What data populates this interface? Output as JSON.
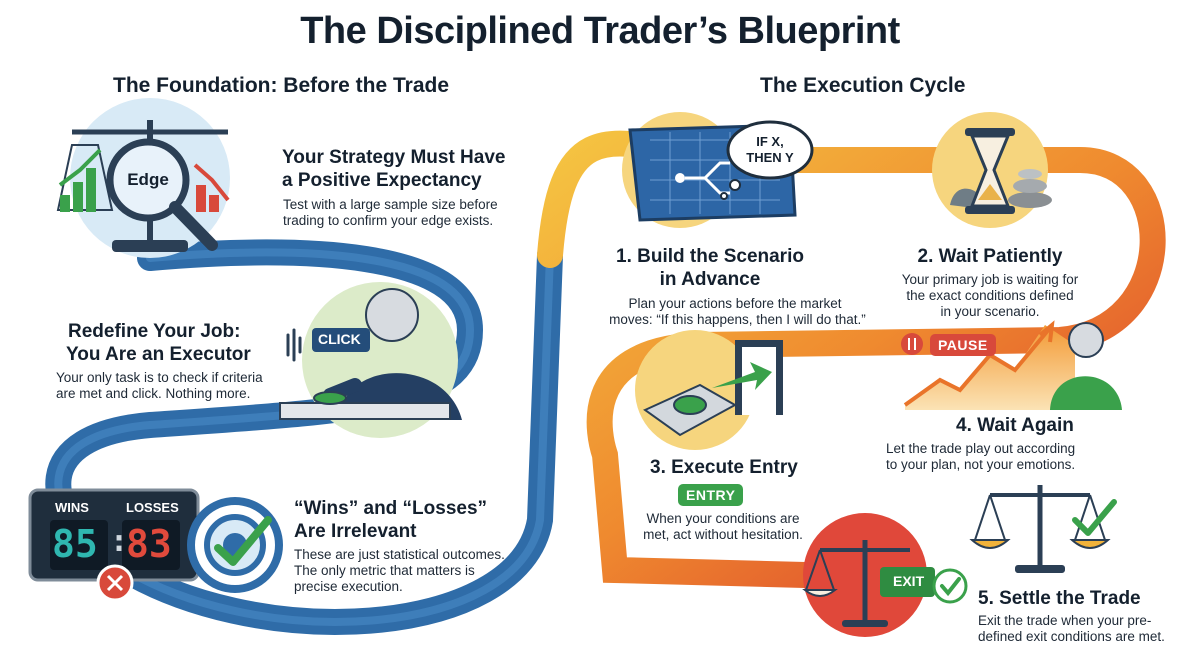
{
  "title": "The Disciplined Trader’s Blueprint",
  "foundation": {
    "heading": "The Foundation: Before the Trade",
    "strategy": {
      "badge": "Edge",
      "title_line1": "Your Strategy Must Have",
      "title_line2": "a Positive Expectancy",
      "body_line1": "Test with a large sample size before",
      "body_line2": "trading to confirm your edge exists."
    },
    "executor": {
      "tag": "CLICK",
      "title_line1": "Redefine Your Job:",
      "title_line2": "You Are an Executor",
      "body_line1": "Your only task is to check if criteria",
      "body_line2": "are met and click. Nothing more."
    },
    "winslosses": {
      "wins_label": "WINS",
      "losses_label": "LOSSES",
      "wins_value": "85",
      "losses_value": "83",
      "separator": ":",
      "title_line1": "“Wins” and “Losses”",
      "title_line2": "Are Irrelevant",
      "body_line1": "These are just statistical outcomes.",
      "body_line2": "The only metric that matters is",
      "body_line3": "precise execution."
    }
  },
  "execution": {
    "heading": "The Execution Cycle",
    "steps": [
      {
        "bubble_line1": "IF X,",
        "bubble_line2": "THEN Y",
        "title_line1": "1. Build the Scenario",
        "title_line2": "in Advance",
        "body_line1": "Plan your actions before the market",
        "body_line2": "moves: “If this happens, then I will do that.”"
      },
      {
        "title": "2. Wait Patiently",
        "body_line1": "Your primary job is waiting for",
        "body_line2": "the exact conditions defined",
        "body_line3": "in your scenario.",
        "tag": "PAUSE"
      },
      {
        "title": "3. Execute Entry",
        "tag": "ENTRY",
        "body_line1": "When your conditions are",
        "body_line2": "met, act without hesitation."
      },
      {
        "title": "4. Wait Again",
        "body_line1": "Let the trade play out according",
        "body_line2": "to your plan, not your emotions."
      },
      {
        "title": "5. Settle the Trade",
        "tag": "EXIT",
        "body_line1": "Exit the trade when your pre-",
        "body_line2": "defined exit conditions are met."
      }
    ]
  },
  "colors": {
    "path_blue": "#2f6ca8",
    "cycle_yellow": "#f2b33a",
    "cycle_orange": "#ec7a2c",
    "cycle_red": "#dc3b2f",
    "accent_green": "#3aa14b",
    "pause_red": "#d8493b"
  }
}
